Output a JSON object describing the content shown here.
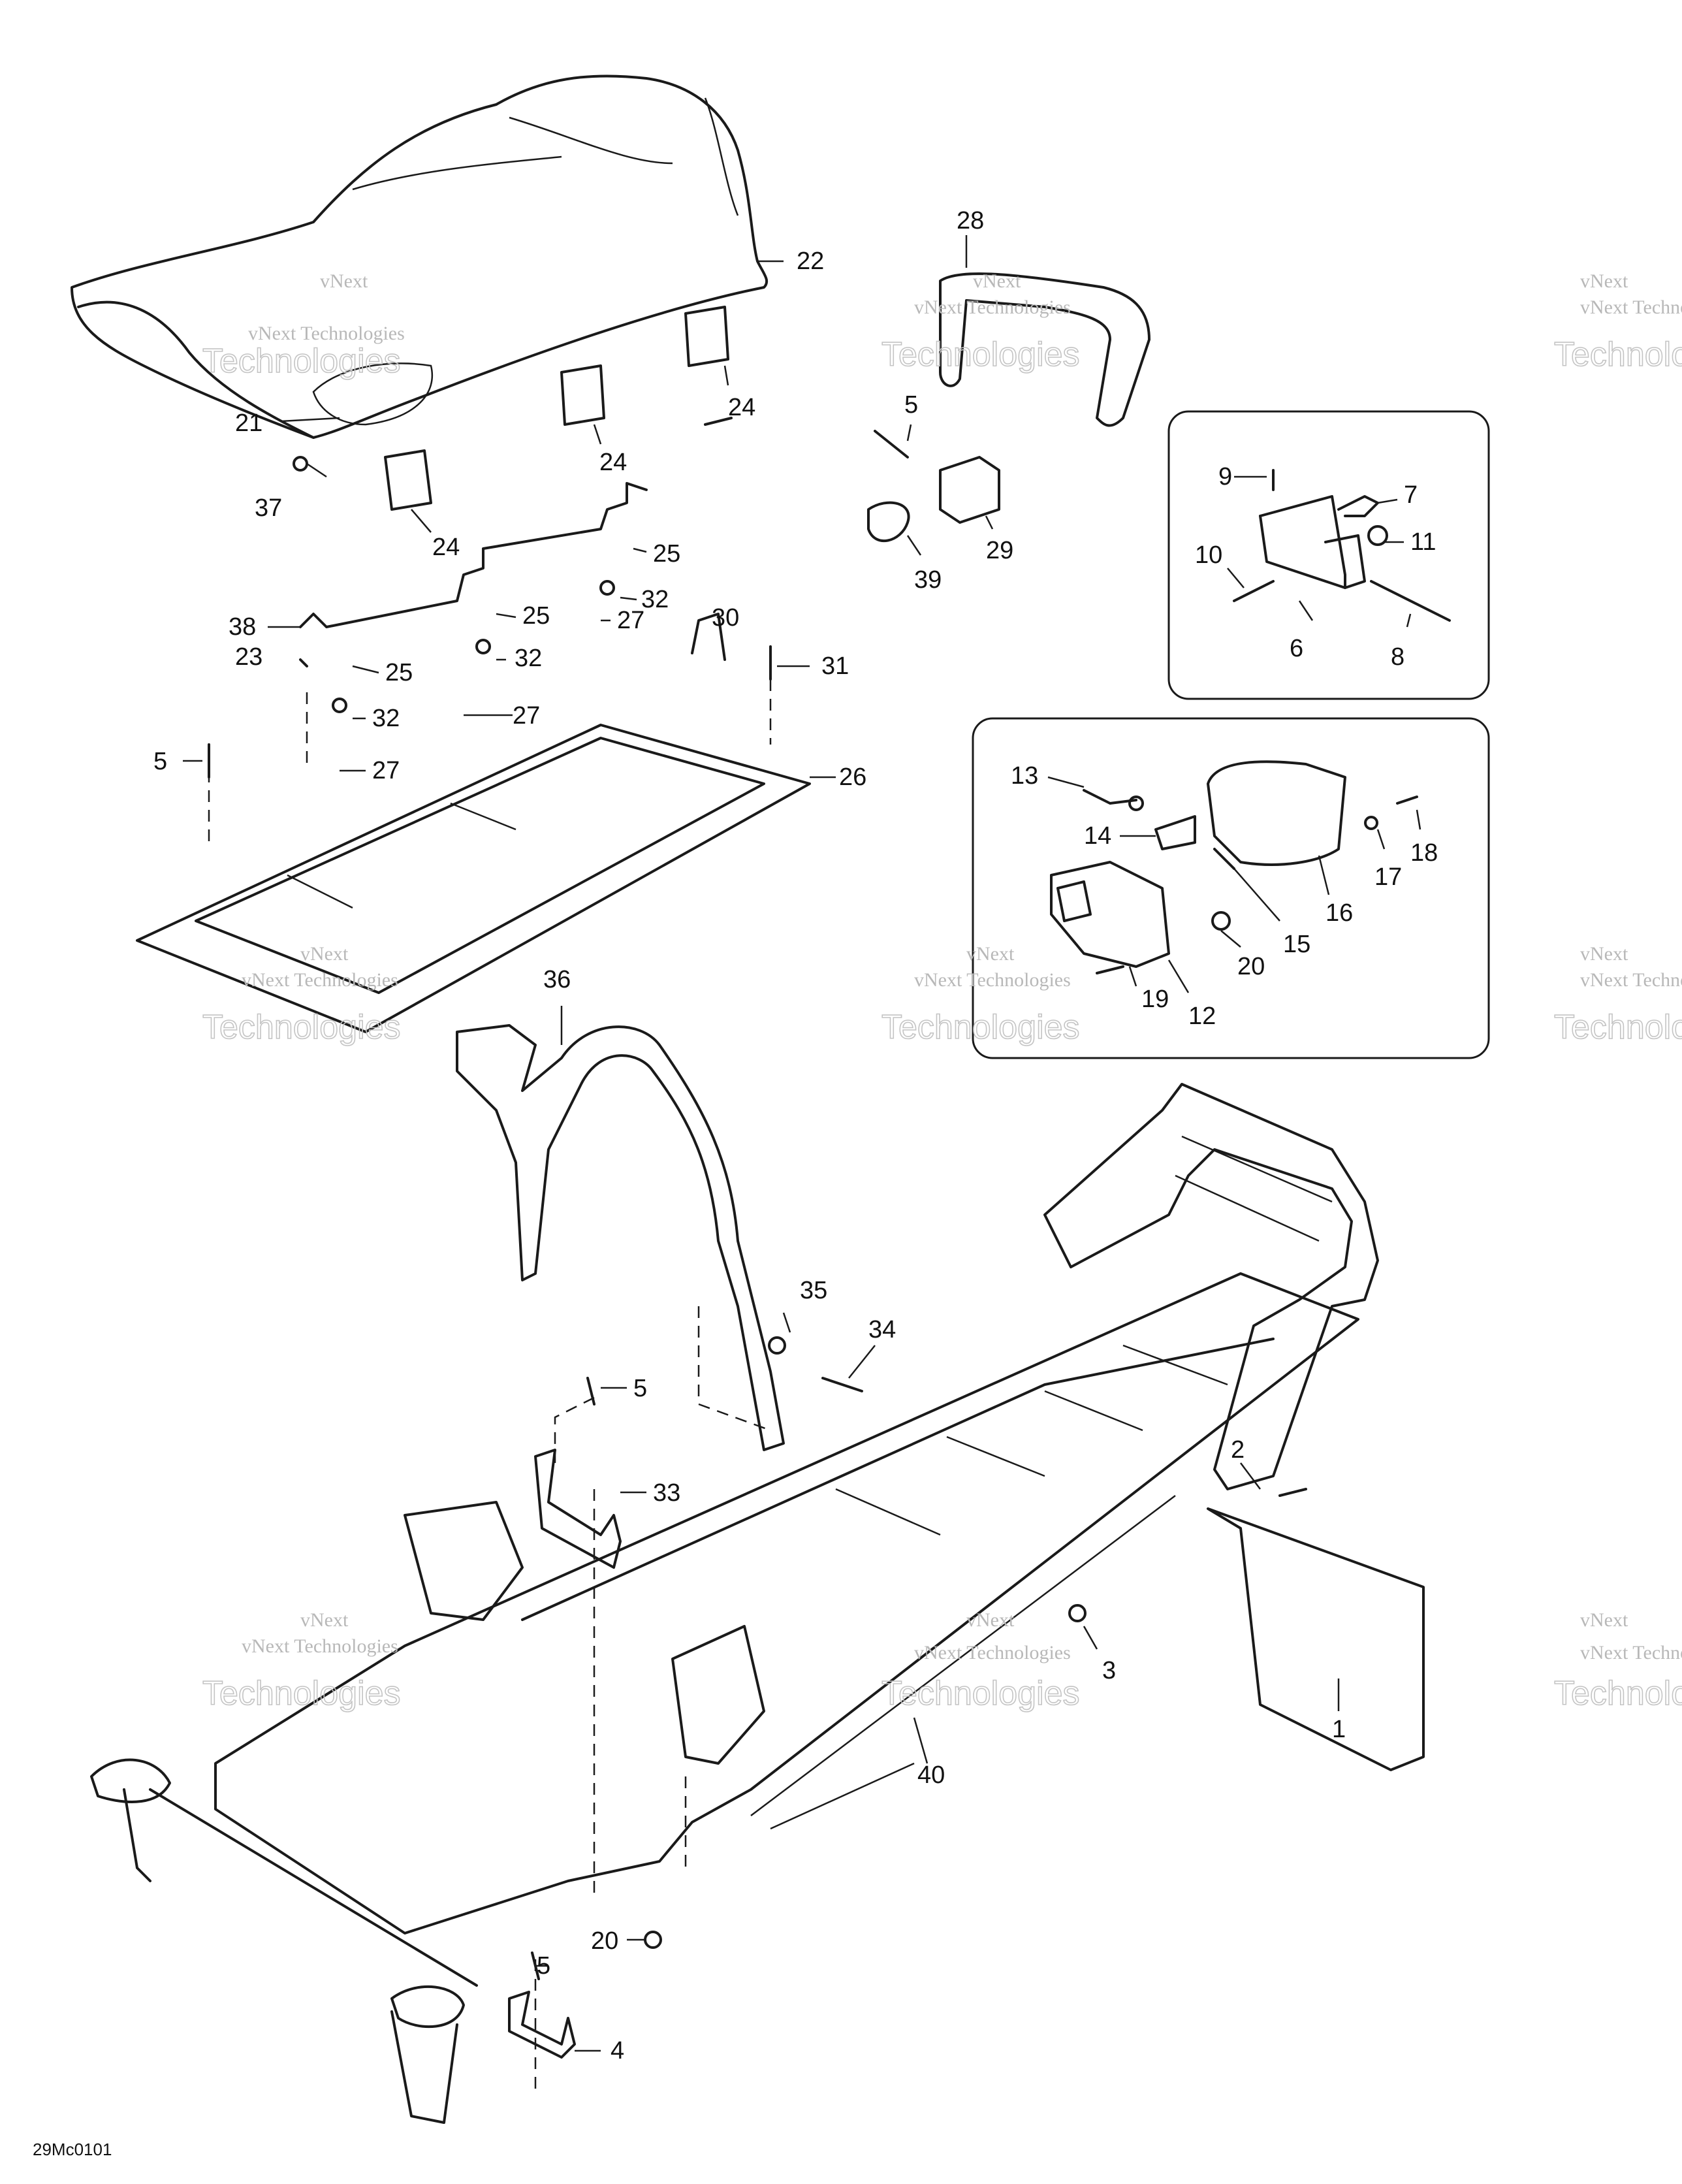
{
  "figure": {
    "reference": "29Mc0101"
  },
  "watermark": {
    "company": "vNext Technologies",
    "line1": "vNext",
    "line2": "Technologies"
  },
  "callouts": [
    {
      "id": "c1",
      "label": "1"
    },
    {
      "id": "c2",
      "label": "2"
    },
    {
      "id": "c3",
      "label": "3"
    },
    {
      "id": "c4",
      "label": "4"
    },
    {
      "id": "c5a",
      "label": "5"
    },
    {
      "id": "c5b",
      "label": "5"
    },
    {
      "id": "c5c",
      "label": "5"
    },
    {
      "id": "c5d",
      "label": "5"
    },
    {
      "id": "c6",
      "label": "6"
    },
    {
      "id": "c7",
      "label": "7"
    },
    {
      "id": "c8",
      "label": "8"
    },
    {
      "id": "c9",
      "label": "9"
    },
    {
      "id": "c10",
      "label": "10"
    },
    {
      "id": "c11",
      "label": "11"
    },
    {
      "id": "c12",
      "label": "12"
    },
    {
      "id": "c13",
      "label": "13"
    },
    {
      "id": "c14",
      "label": "14"
    },
    {
      "id": "c15",
      "label": "15"
    },
    {
      "id": "c16",
      "label": "16"
    },
    {
      "id": "c17",
      "label": "17"
    },
    {
      "id": "c18",
      "label": "18"
    },
    {
      "id": "c19",
      "label": "19"
    },
    {
      "id": "c20a",
      "label": "20"
    },
    {
      "id": "c20b",
      "label": "20"
    },
    {
      "id": "c21",
      "label": "21"
    },
    {
      "id": "c22",
      "label": "22"
    },
    {
      "id": "c23",
      "label": "23"
    },
    {
      "id": "c24a",
      "label": "24"
    },
    {
      "id": "c24b",
      "label": "24"
    },
    {
      "id": "c24c",
      "label": "24"
    },
    {
      "id": "c25a",
      "label": "25"
    },
    {
      "id": "c25b",
      "label": "25"
    },
    {
      "id": "c25c",
      "label": "25"
    },
    {
      "id": "c26",
      "label": "26"
    },
    {
      "id": "c27a",
      "label": "27"
    },
    {
      "id": "c27b",
      "label": "27"
    },
    {
      "id": "c27c",
      "label": "27"
    },
    {
      "id": "c28",
      "label": "28"
    },
    {
      "id": "c29",
      "label": "29"
    },
    {
      "id": "c30",
      "label": "30"
    },
    {
      "id": "c31",
      "label": "31"
    },
    {
      "id": "c32a",
      "label": "32"
    },
    {
      "id": "c32b",
      "label": "32"
    },
    {
      "id": "c32c",
      "label": "32"
    },
    {
      "id": "c33",
      "label": "33"
    },
    {
      "id": "c34",
      "label": "34"
    },
    {
      "id": "c35",
      "label": "35"
    },
    {
      "id": "c36",
      "label": "36"
    },
    {
      "id": "c37",
      "label": "37"
    },
    {
      "id": "c38",
      "label": "38"
    },
    {
      "id": "c39",
      "label": "39"
    },
    {
      "id": "c40",
      "label": "40"
    }
  ]
}
